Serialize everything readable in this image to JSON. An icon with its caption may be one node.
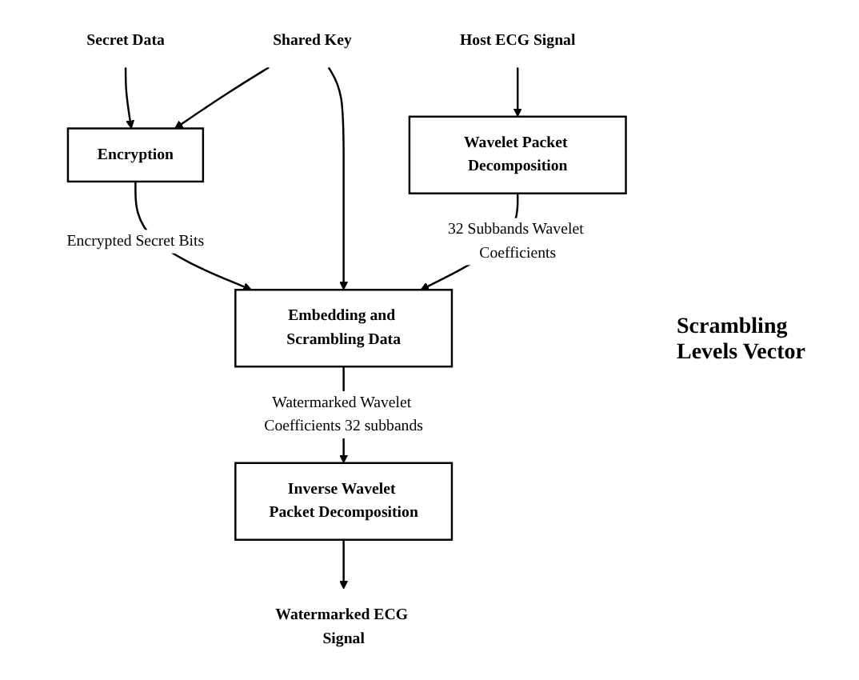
{
  "diagram": {
    "nodes": [
      {
        "text": [
          "Secret Data"
        ]
      },
      {
        "text": [
          "Host ECG Signal"
        ]
      },
      {
        "text": [
          "Shared Key"
        ]
      },
      {
        "text": [
          "Encryption"
        ]
      },
      {
        "text": [
          "Wavelet Packet Decomposition"
        ]
      },
      {
        "text": [
          "Embedding and Scrambling Data"
        ]
      },
      {
        "text": [
          "Inverse Wavelet Packet Decomposition"
        ]
      },
      {
        "text": [
          "Watermarked ECG Signal"
        ]
      }
    ],
    "edges": [
      {
        "from": 0,
        "to": 3,
        "arrow": "to"
      },
      {
        "from": 1,
        "to": 4,
        "arrow": "to"
      },
      {
        "from": 2,
        "to": 3,
        "arrow": "to"
      },
      {
        "from": 2,
        "to": 5,
        "arrow": "to"
      },
      {
        "from": 3,
        "to": 5,
        "arrow": "to",
        "label": "Encrypted Secret Bits"
      },
      {
        "from": 4,
        "to": 5,
        "arrow": "to",
        "label": "32 Subbands Wavelet Coefficients"
      },
      {
        "from": 5,
        "to": 6,
        "arrow": "to",
        "label": "Watermarked Wavelet Coefficients 32 subbands"
      },
      {
        "from": 6,
        "to": 7,
        "arrow": "to"
      }
    ],
    "labels": [
      "Scrambling Levels Vector"
    ]
  }
}
